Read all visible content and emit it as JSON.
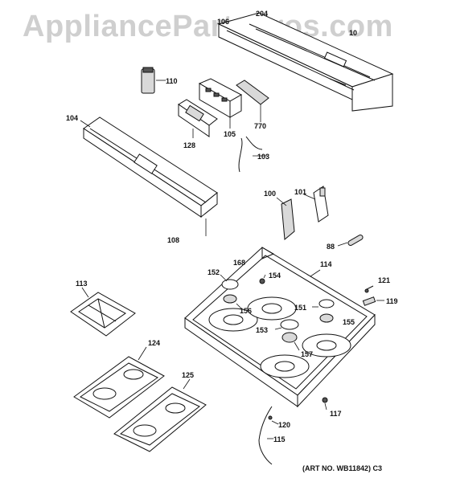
{
  "watermark": "AppliancePartsPros.com",
  "art_number": "(ART NO. WB11842) C3",
  "callouts": {
    "c100": "100",
    "c101": "101",
    "c103": "103",
    "c104": "104",
    "c105": "105",
    "c106": "106",
    "c108": "108",
    "c110": "110",
    "c113": "113",
    "c114": "114",
    "c115": "115",
    "c117": "117",
    "c119": "119",
    "c120": "120",
    "c121": "121",
    "c124": "124",
    "c125": "125",
    "c128": "128",
    "c151": "151",
    "c152": "152",
    "c153": "153",
    "c154": "154",
    "c155": "155",
    "c156": "156",
    "c157": "157",
    "c168": "168",
    "c204": "204",
    "c770": "770",
    "c88": "88",
    "c10": "10"
  }
}
